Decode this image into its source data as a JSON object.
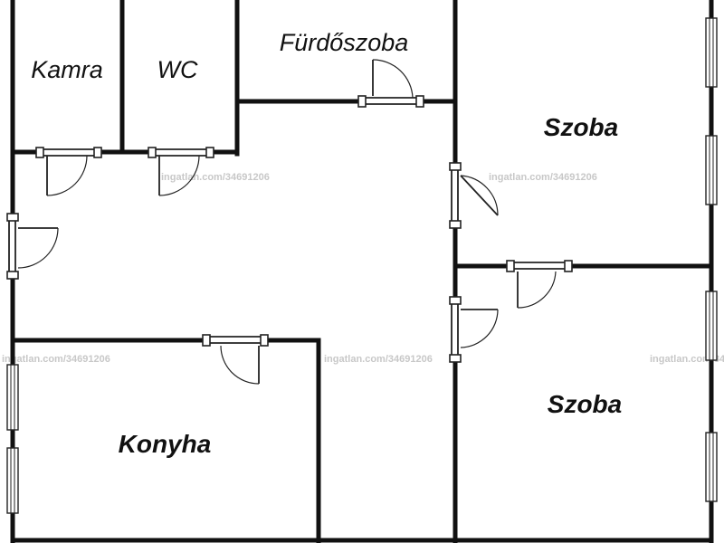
{
  "rooms": {
    "kamra": "Kamra",
    "wc": "WC",
    "furdo": "Fürdőszoba",
    "szoba1": "Szoba",
    "szoba2": "Szoba",
    "konyha": "Konyha"
  },
  "watermark": "ingatlan.com/34691206",
  "colors": {
    "wall": "#111111",
    "background": "#ffffff",
    "watermark": "#c8c8c8"
  }
}
